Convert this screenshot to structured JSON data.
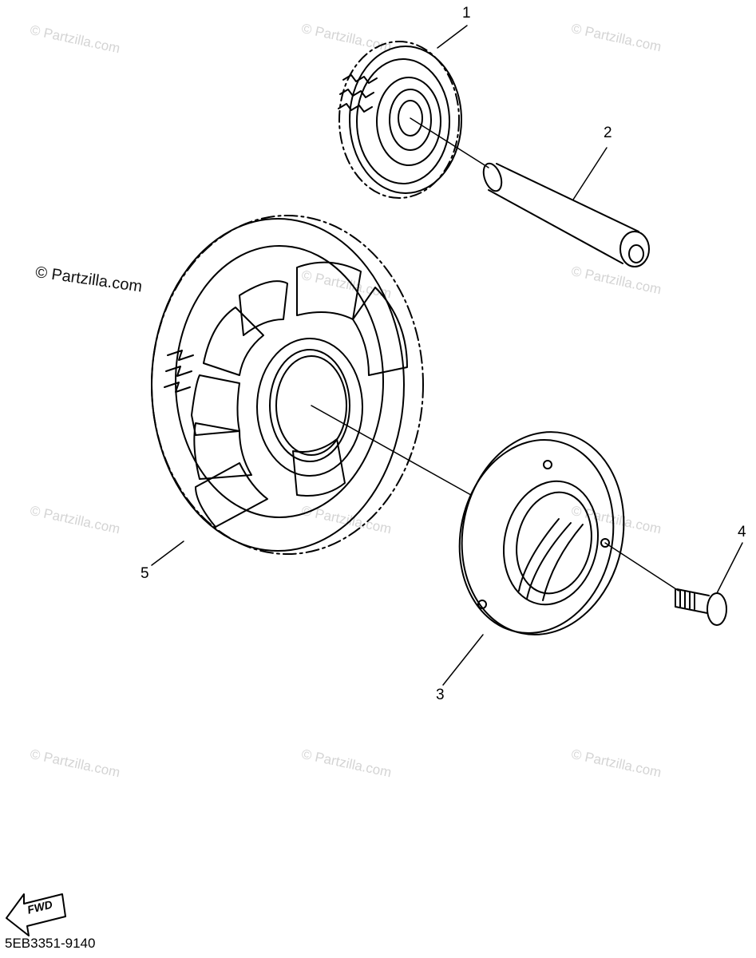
{
  "callouts": [
    "1",
    "2",
    "3",
    "4",
    "5"
  ],
  "watermark_text": "© Partzilla.com",
  "fwd_label": "FWD",
  "diagram_code": "5EB3351-9140",
  "parts": [
    {
      "number": "1",
      "icon": "idler-gear"
    },
    {
      "number": "2",
      "icon": "shaft"
    },
    {
      "number": "3",
      "icon": "one-way-clutch"
    },
    {
      "number": "4",
      "icon": "bolt"
    },
    {
      "number": "5",
      "icon": "starter-wheel-gear"
    }
  ],
  "colors": {
    "ink": "#000000",
    "watermark": "#d4d4d4"
  }
}
